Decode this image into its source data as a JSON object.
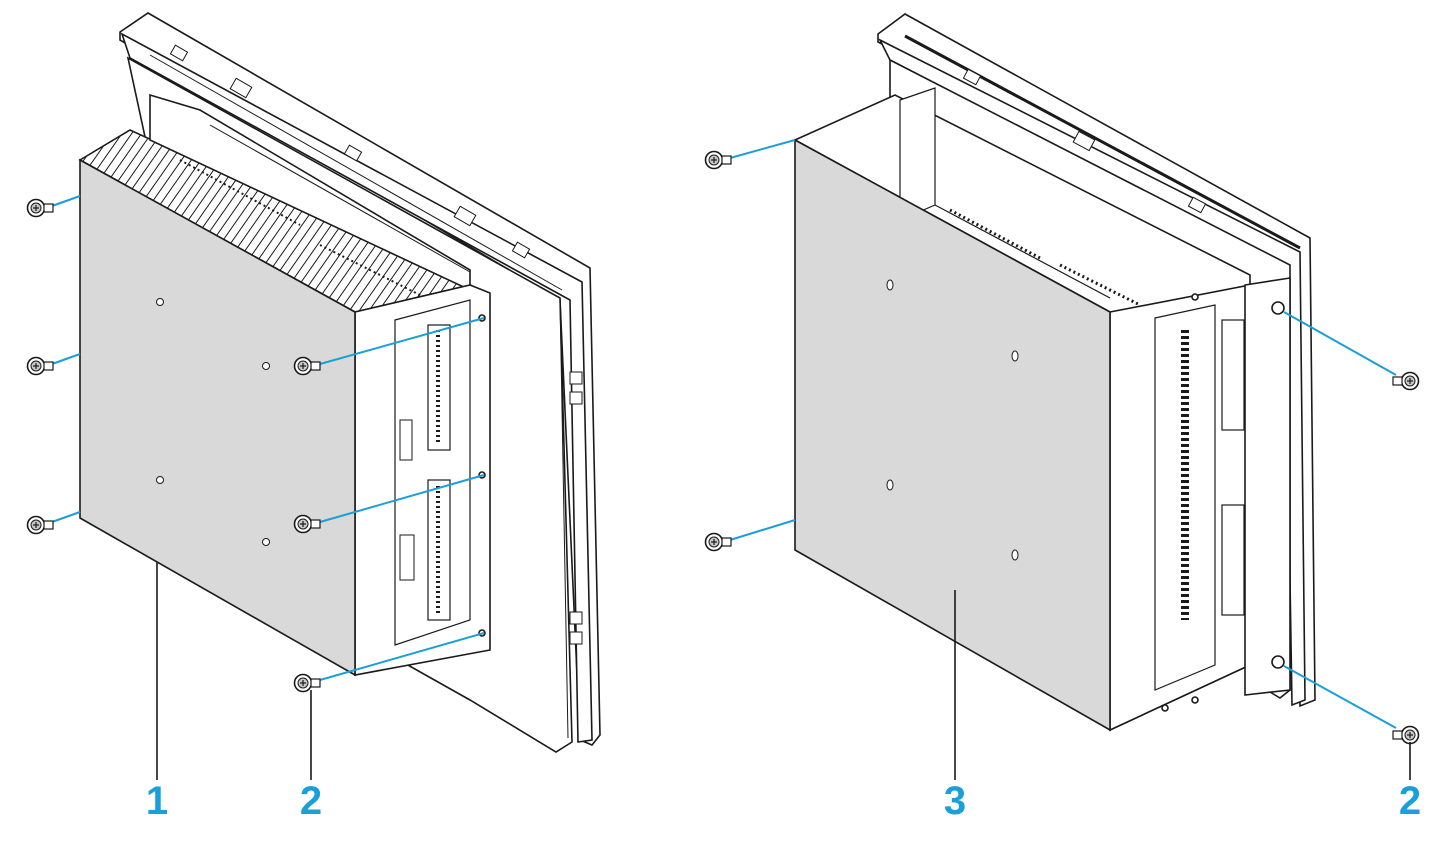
{
  "callouts": {
    "left_cover": "1",
    "left_screw": "2",
    "right_cover": "3",
    "right_screw": "2"
  },
  "colors": {
    "accent": "#1a9fd8",
    "cover_fill": "#d9d9d9",
    "outline": "#1a1a1a",
    "panel_fill": "#ffffff"
  }
}
